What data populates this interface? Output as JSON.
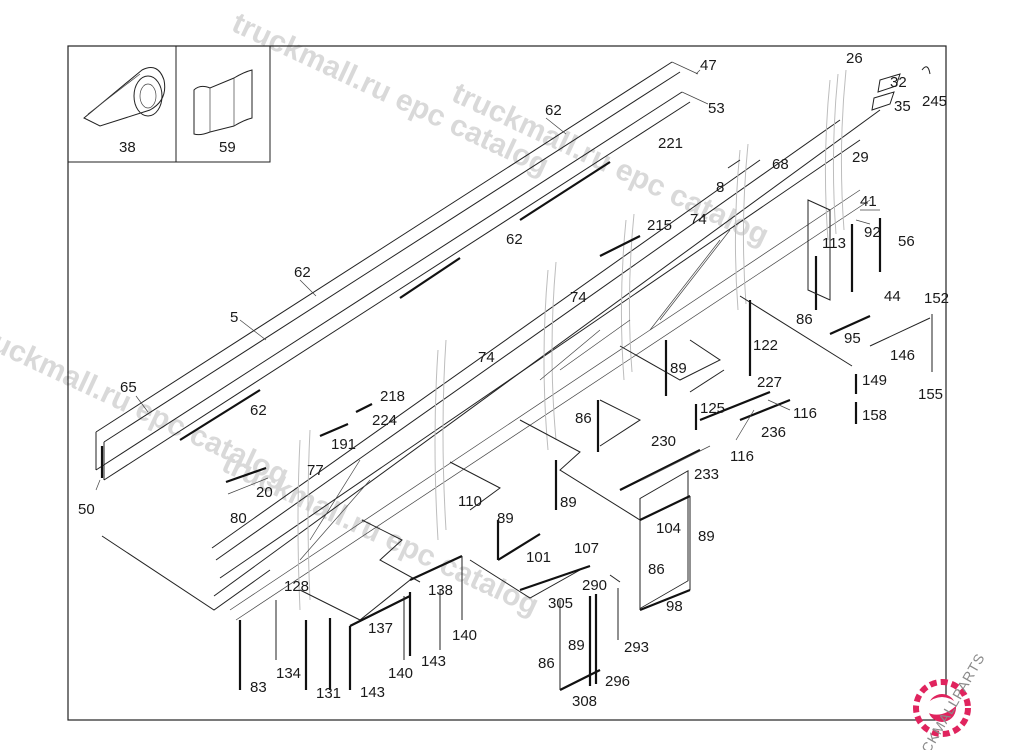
{
  "watermark": {
    "text1": "truckmall.ru epc catalog",
    "text2": "truckmall.ru epc catalog",
    "text3": "truckmall.ru epc catalog",
    "text4": "truckmall.ru epc catalog"
  },
  "logo": {
    "text": "TRUCKMALLPARTS",
    "color_main": "#e0245e",
    "color_text": "#8a8a8a"
  },
  "inset": {
    "left_label": "38",
    "right_label": "59"
  },
  "labels": [
    {
      "id": "l47",
      "text": "47"
    },
    {
      "id": "l53",
      "text": "53"
    },
    {
      "id": "l62a",
      "text": "62"
    },
    {
      "id": "l221",
      "text": "221"
    },
    {
      "id": "l26",
      "text": "26"
    },
    {
      "id": "l32",
      "text": "32"
    },
    {
      "id": "l35",
      "text": "35"
    },
    {
      "id": "l245",
      "text": "245"
    },
    {
      "id": "l29",
      "text": "29"
    },
    {
      "id": "l68",
      "text": "68"
    },
    {
      "id": "l8",
      "text": "8"
    },
    {
      "id": "l41",
      "text": "41"
    },
    {
      "id": "l92",
      "text": "92"
    },
    {
      "id": "l56",
      "text": "56"
    },
    {
      "id": "l113",
      "text": "113"
    },
    {
      "id": "l215",
      "text": "215"
    },
    {
      "id": "l74a",
      "text": "74"
    },
    {
      "id": "l62b",
      "text": "62"
    },
    {
      "id": "l62c",
      "text": "62"
    },
    {
      "id": "l5",
      "text": "5"
    },
    {
      "id": "l44",
      "text": "44"
    },
    {
      "id": "l152",
      "text": "152"
    },
    {
      "id": "l86a",
      "text": "86"
    },
    {
      "id": "l95",
      "text": "95"
    },
    {
      "id": "l74b",
      "text": "74"
    },
    {
      "id": "l122",
      "text": "122"
    },
    {
      "id": "l146",
      "text": "146"
    },
    {
      "id": "l74c",
      "text": "74"
    },
    {
      "id": "l89a",
      "text": "89"
    },
    {
      "id": "l149",
      "text": "149"
    },
    {
      "id": "l227",
      "text": "227"
    },
    {
      "id": "l155",
      "text": "155"
    },
    {
      "id": "l65",
      "text": "65"
    },
    {
      "id": "l218",
      "text": "218"
    },
    {
      "id": "l62d",
      "text": "62"
    },
    {
      "id": "l224",
      "text": "224"
    },
    {
      "id": "l86b",
      "text": "86"
    },
    {
      "id": "l125",
      "text": "125"
    },
    {
      "id": "l116a",
      "text": "116"
    },
    {
      "id": "l158",
      "text": "158"
    },
    {
      "id": "l236",
      "text": "236"
    },
    {
      "id": "l191",
      "text": "191"
    },
    {
      "id": "l230",
      "text": "230"
    },
    {
      "id": "l116b",
      "text": "116"
    },
    {
      "id": "l77",
      "text": "77"
    },
    {
      "id": "l233",
      "text": "233"
    },
    {
      "id": "l20",
      "text": "20"
    },
    {
      "id": "l110",
      "text": "110"
    },
    {
      "id": "l89b",
      "text": "89"
    },
    {
      "id": "l50",
      "text": "50"
    },
    {
      "id": "l80",
      "text": "80"
    },
    {
      "id": "l89c",
      "text": "89"
    },
    {
      "id": "l104",
      "text": "104"
    },
    {
      "id": "l89d",
      "text": "89"
    },
    {
      "id": "l101",
      "text": "101"
    },
    {
      "id": "l107",
      "text": "107"
    },
    {
      "id": "l86c",
      "text": "86"
    },
    {
      "id": "l128",
      "text": "128"
    },
    {
      "id": "l138",
      "text": "138"
    },
    {
      "id": "l290",
      "text": "290"
    },
    {
      "id": "l305",
      "text": "305"
    },
    {
      "id": "l98",
      "text": "98"
    },
    {
      "id": "l137",
      "text": "137"
    },
    {
      "id": "l140a",
      "text": "140"
    },
    {
      "id": "l89e",
      "text": "89"
    },
    {
      "id": "l293",
      "text": "293"
    },
    {
      "id": "l134",
      "text": "134"
    },
    {
      "id": "l140b",
      "text": "140"
    },
    {
      "id": "l143a",
      "text": "143"
    },
    {
      "id": "l86d",
      "text": "86"
    },
    {
      "id": "l296",
      "text": "296"
    },
    {
      "id": "l83",
      "text": "83"
    },
    {
      "id": "l131",
      "text": "131"
    },
    {
      "id": "l143b",
      "text": "143"
    },
    {
      "id": "l308",
      "text": "308"
    }
  ]
}
